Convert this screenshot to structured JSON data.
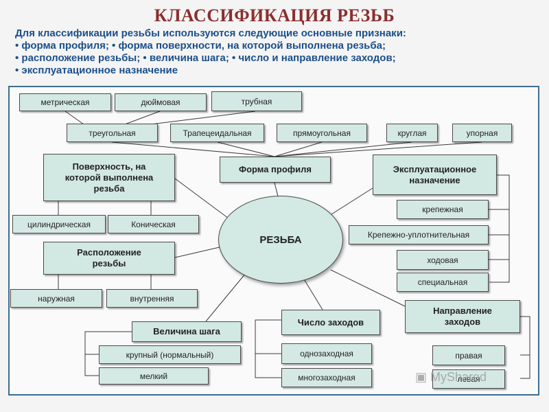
{
  "title": "КЛАССИФИКАЦИЯ РЕЗЬБ",
  "intro": {
    "line1": "Для классификации резьбы используются следующие основные признаки:",
    "line2": "• форма профиля; • форма поверхности, на которой выполнена резьба;",
    "line3": "• расположение резьбы; • величина шага; • число и направление заходов;",
    "line4": "• эксплуатационное назначение"
  },
  "center": "РЕЗЬБА",
  "profile": {
    "head": "Форма профиля",
    "types": {
      "triangular": "треугольная",
      "trapezoidal": "Трапецеидальная",
      "rectangular": "прямоугольная",
      "round": "круглая",
      "buttress": "упорная"
    },
    "triangular_sub": {
      "metric": "метрическая",
      "inch": "дюймовая",
      "pipe": "трубная"
    }
  },
  "surface": {
    "head": "Поверхность, на которой выполнена резьба",
    "cylindrical": "цилиндрическая",
    "conical": "Коническая"
  },
  "location": {
    "head": "Расположение резьбы",
    "external": "наружная",
    "internal": "внутренняя"
  },
  "pitch": {
    "head": "Величина шага",
    "coarse": "крупный (нормальный)",
    "fine": "мелкий"
  },
  "starts": {
    "head": "Число заходов",
    "single": "однозаходная",
    "multi": "многозаходная"
  },
  "direction": {
    "head": "Направление заходов",
    "right": "правая",
    "left": "левая"
  },
  "purpose": {
    "head": "Эксплуатационное назначение",
    "fastening": "крепежная",
    "fastening_sealing": "Крепежно-уплотнительная",
    "running": "ходовая",
    "special": "специальная"
  },
  "watermark": "MyShared"
}
